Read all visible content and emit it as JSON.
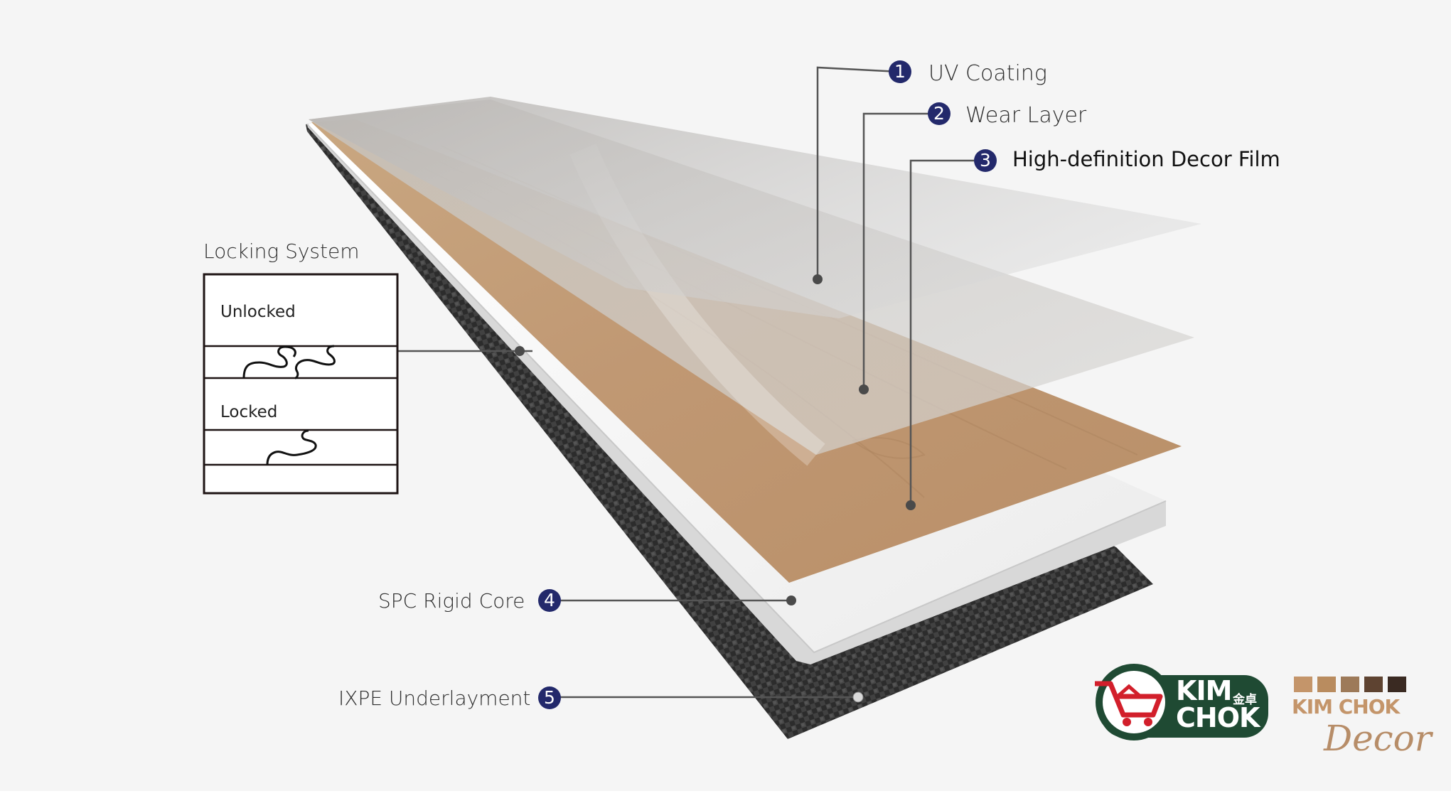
{
  "layers": [
    {
      "number": "1",
      "label": "UV Coating"
    },
    {
      "number": "2",
      "label": "Wear Layer"
    },
    {
      "number": "3",
      "label": "High-definition Decor Film"
    },
    {
      "number": "4",
      "label": "SPC Rigid Core"
    },
    {
      "number": "5",
      "label": "IXPE Underlayment"
    }
  ],
  "locking": {
    "title": "Locking System",
    "unlocked": "Unlocked",
    "locked": "Locked"
  },
  "brands": {
    "kimchok_line1": "KIM",
    "kimchok_line2": "CHOK",
    "kimchok_chinese": "金卓",
    "decor_name": "KIM CHOK",
    "decor_script": "Decor"
  },
  "colors": {
    "badge": "#23296b",
    "kimchok_green": "#1f4a33",
    "kimchok_red": "#d21f2b",
    "decor_brown": "#c4956a",
    "leader_line": "#555555"
  }
}
